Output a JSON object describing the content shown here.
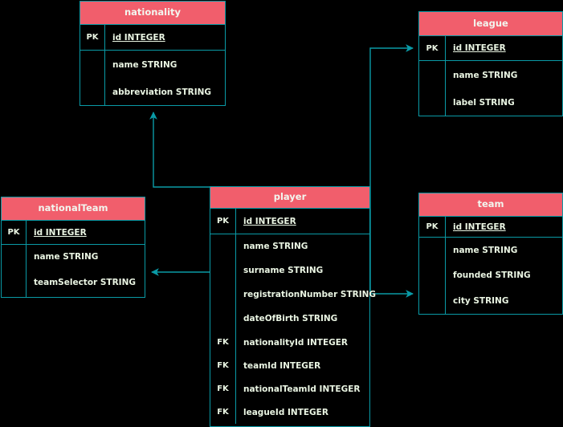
{
  "diagram": {
    "type": "entity-relationship-diagram",
    "background": "#000000",
    "header_color": "#f15e6c",
    "border_color": "#0a9aa6",
    "text_color": "#eaf5e3",
    "connector_color": "#0a9aa6"
  },
  "entities": {
    "nationality": {
      "title": "nationality",
      "pk_label": "PK",
      "pk_attr": "id INTEGER",
      "attrs": [
        "name STRING",
        "abbreviation STRING"
      ]
    },
    "league": {
      "title": "league",
      "pk_label": "PK",
      "pk_attr": "id INTEGER",
      "attrs": [
        "name STRING",
        "label STRING"
      ]
    },
    "nationalTeam": {
      "title": "nationalTeam",
      "pk_label": "PK",
      "pk_attr": "id INTEGER",
      "attrs": [
        "name STRING",
        "teamSelector STRING"
      ]
    },
    "team": {
      "title": "team",
      "pk_label": "PK",
      "pk_attr": "id INTEGER",
      "attrs": [
        "name STRING",
        "founded STRING",
        "city STRING"
      ]
    },
    "player": {
      "title": "player",
      "pk_label": "PK",
      "pk_attr": "id INTEGER",
      "fk_label": "FK",
      "attrs": [
        "name STRING",
        "surname STRING",
        "registrationNumber STRING",
        "dateOfBirth STRING"
      ],
      "fk_attrs": [
        "nationalityId INTEGER",
        "teamId INTEGER",
        "nationalTeamId INTEGER",
        "leagueId INTEGER"
      ]
    }
  },
  "relationships": [
    {
      "name": "player-to-nationality",
      "from": "player",
      "to": "nationality"
    },
    {
      "name": "player-to-nationalTeam",
      "from": "player",
      "to": "nationalTeam"
    },
    {
      "name": "player-to-league",
      "from": "player",
      "to": "league"
    },
    {
      "name": "player-to-team",
      "from": "player",
      "to": "team"
    }
  ]
}
